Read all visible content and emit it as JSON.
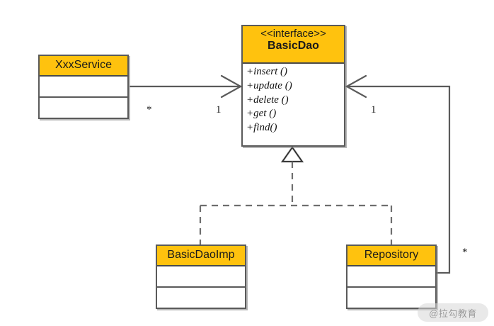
{
  "diagram": {
    "title": "BasicDao UML class diagram",
    "accent_color": "#FFC20E",
    "line_color": "#5a5a5a",
    "background": "#ffffff"
  },
  "classes": {
    "xxx_service": {
      "name": "XxxService",
      "stereotype": "",
      "attributes": "",
      "methods": ""
    },
    "basic_dao": {
      "stereotype": "<<interface>>",
      "name": "BasicDao",
      "methods": [
        "+insert ()",
        "+update ()",
        "+delete ()",
        "+get ()",
        "+find()"
      ]
    },
    "basic_dao_imp": {
      "name": "BasicDaoImp",
      "attributes": "",
      "methods": ""
    },
    "repository": {
      "name": "Repository",
      "attributes": "",
      "methods": ""
    }
  },
  "relations": {
    "service_to_dao": {
      "type": "association",
      "source_multiplicity": "*",
      "target_multiplicity": "1"
    },
    "repository_to_dao": {
      "type": "association",
      "source_multiplicity": "*",
      "target_multiplicity": "1"
    },
    "imp_realizes_dao": {
      "type": "realization"
    },
    "repository_realizes_dao": {
      "type": "realization"
    }
  },
  "watermark": {
    "text": "@拉勾教育"
  }
}
